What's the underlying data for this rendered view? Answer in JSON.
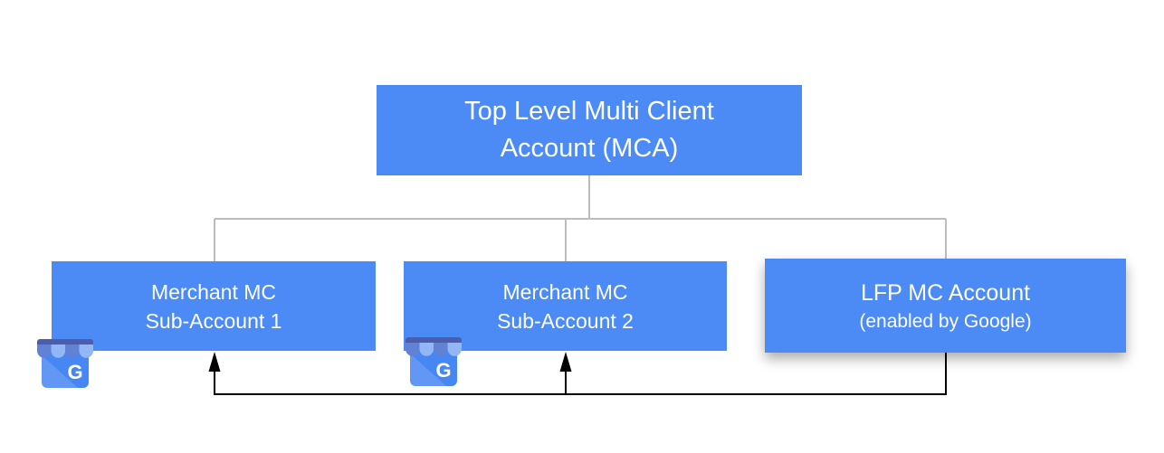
{
  "nodes": {
    "mca": {
      "line1": "Top Level Multi Client",
      "line2": "Account (MCA)"
    },
    "sub1": {
      "line1": "Merchant MC",
      "line2": "Sub-Account 1"
    },
    "sub2": {
      "line1": "Merchant MC",
      "line2": "Sub-Account 2"
    },
    "lfp": {
      "line1": "LFP MC Account",
      "line2": "(enabled by Google)"
    }
  },
  "edges": {
    "hierarchy": [
      {
        "from": "mca",
        "to": "sub1"
      },
      {
        "from": "mca",
        "to": "sub2"
      },
      {
        "from": "mca",
        "to": "lfp"
      }
    ],
    "flows": [
      {
        "from": "lfp",
        "to": "sub1",
        "arrow": true
      },
      {
        "from": "lfp",
        "to": "sub2",
        "arrow": true
      }
    ]
  },
  "icons": {
    "gmb": {
      "name": "google-my-business-icon",
      "letter": "G"
    }
  },
  "colors": {
    "node_fill": "#4C8BF5",
    "node_text": "#FFFFFF",
    "hierarchy_connector": "#BDBDBD",
    "flow_arrow": "#000000",
    "background": "#FFFFFF",
    "gmb_awning_dark": "#4C5DA9",
    "gmb_awning_medium": "#6181D4",
    "gmb_awning_light": "#93B7F4",
    "gmb_body": "#4787F3"
  }
}
